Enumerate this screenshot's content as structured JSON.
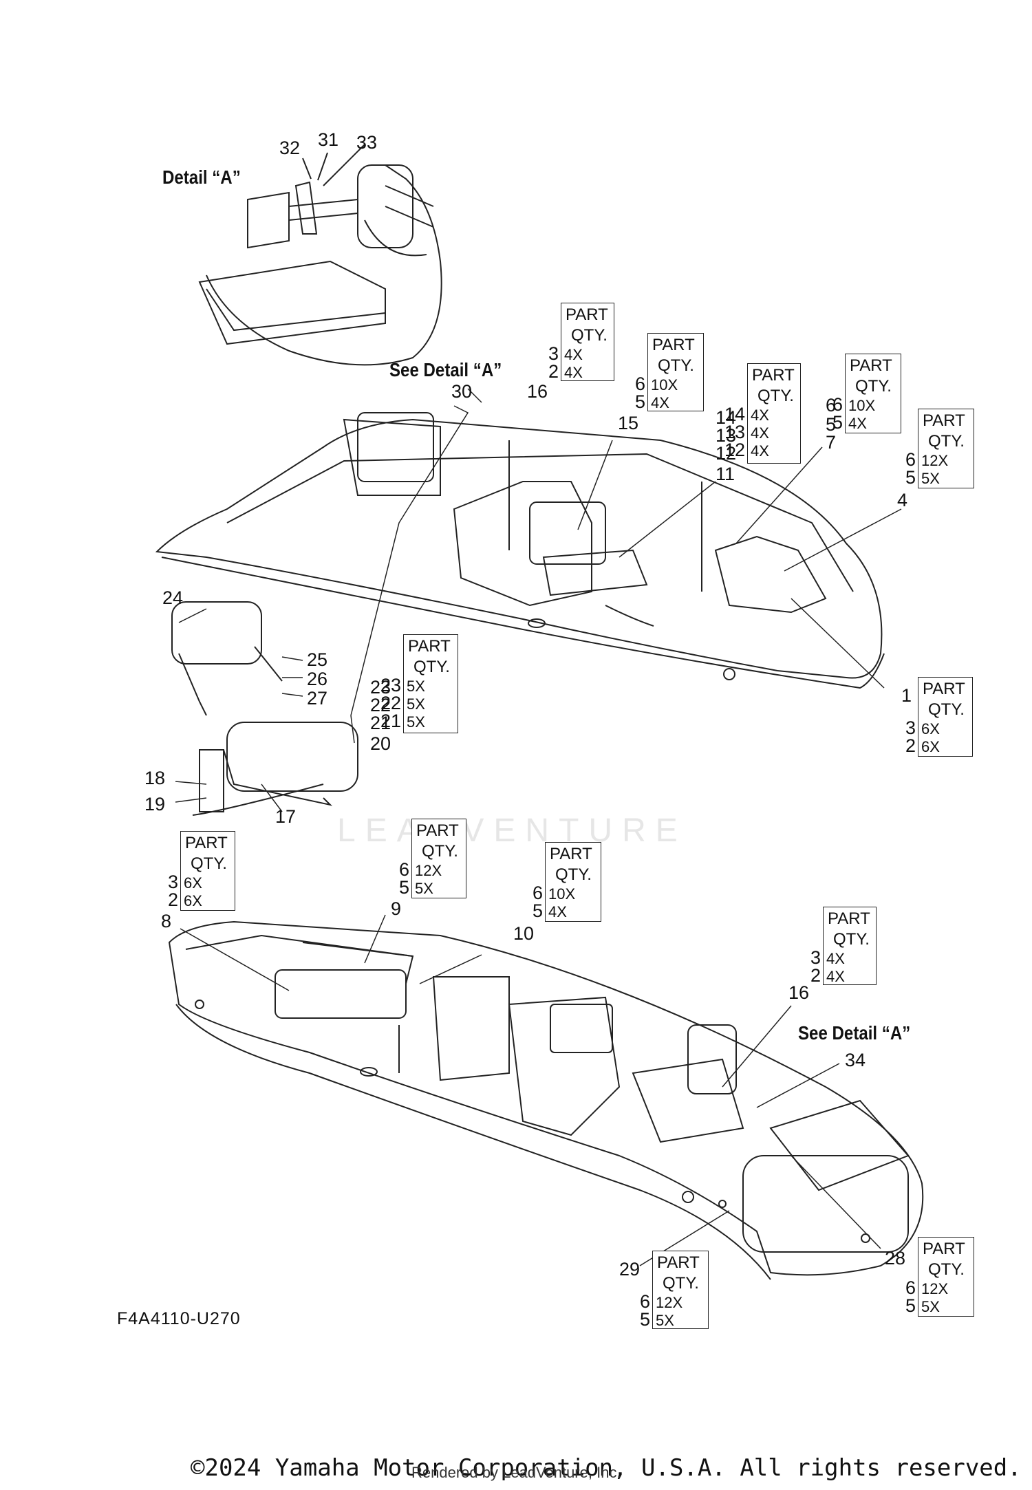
{
  "detail_title": "Detail “A”",
  "see_detail_top": "See Detail “A”",
  "see_detail_bottom": "See Detail “A”",
  "drawing_code": "F4A4110-U270",
  "copyright": "©2024 Yamaha Motor Corporation, U.S.A. All rights reserved.",
  "rendered_by": "Rendered by LeadVenture, Inc.",
  "watermark": "LEADVENTURE",
  "part_labels": [
    "32",
    "31",
    "33",
    "30",
    "16",
    "15",
    "11",
    "14",
    "13",
    "12",
    "6",
    "5",
    "7",
    "4",
    "1",
    "24",
    "25",
    "26",
    "27",
    "23",
    "22",
    "21",
    "20",
    "18",
    "19",
    "17",
    "8",
    "9",
    "10",
    "16",
    "34",
    "29",
    "28"
  ],
  "qty_header_1": "PART",
  "qty_header_2": "QTY.",
  "qty_tables": [
    {
      "parts": [
        "3",
        "2"
      ],
      "qty": [
        "4X",
        "4X"
      ]
    },
    {
      "parts": [
        "6",
        "5"
      ],
      "qty": [
        "10X",
        "4X"
      ]
    },
    {
      "parts": [
        "14",
        "13",
        "12"
      ],
      "qty": [
        "4X",
        "4X",
        "4X"
      ]
    },
    {
      "parts": [
        "6",
        "5"
      ],
      "qty": [
        "10X",
        "4X"
      ]
    },
    {
      "parts": [
        "6",
        "5"
      ],
      "qty": [
        "12X",
        "5X"
      ]
    },
    {
      "parts": [
        "3",
        "2"
      ],
      "qty": [
        "6X",
        "6X"
      ]
    },
    {
      "parts": [
        "23",
        "22",
        "21"
      ],
      "qty": [
        "5X",
        "5X",
        "5X"
      ]
    },
    {
      "parts": [
        "3",
        "2"
      ],
      "qty": [
        "6X",
        "6X"
      ]
    },
    {
      "parts": [
        "6",
        "5"
      ],
      "qty": [
        "12X",
        "5X"
      ]
    },
    {
      "parts": [
        "6",
        "5"
      ],
      "qty": [
        "10X",
        "4X"
      ]
    },
    {
      "parts": [
        "3",
        "2"
      ],
      "qty": [
        "4X",
        "4X"
      ]
    },
    {
      "parts": [
        "6",
        "5"
      ],
      "qty": [
        "12X",
        "5X"
      ]
    },
    {
      "parts": [
        "6",
        "5"
      ],
      "qty": [
        "12X",
        "5X"
      ]
    }
  ]
}
